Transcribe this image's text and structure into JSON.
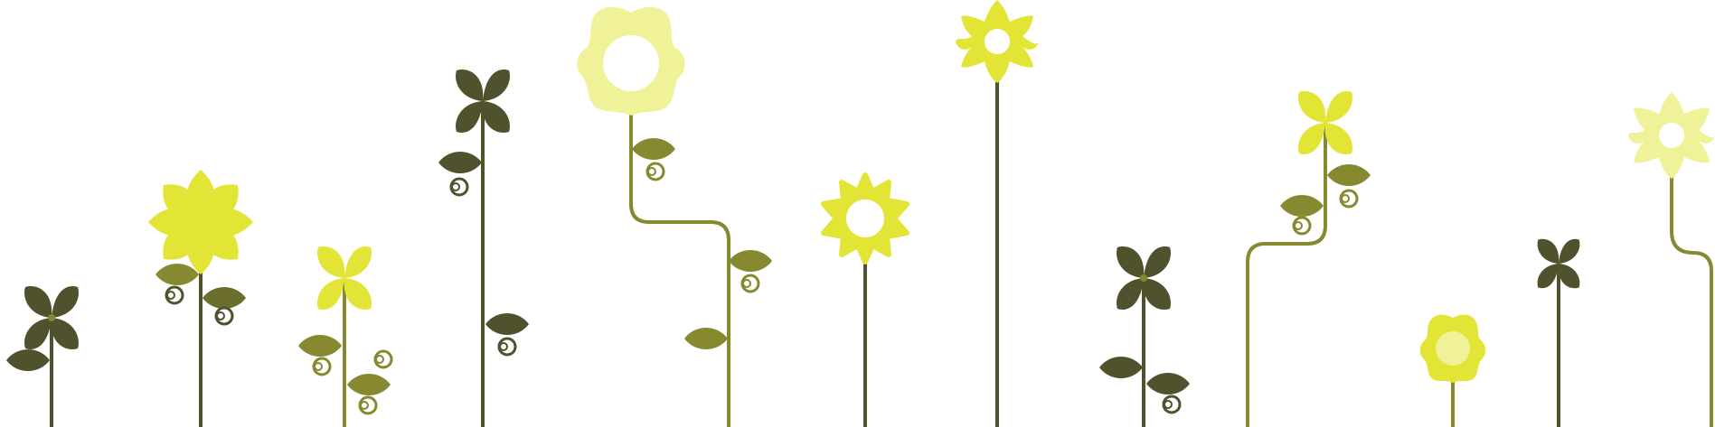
{
  "scene": {
    "background": "#ffffff",
    "colors": {
      "dark_olive": "#4f522c",
      "olive": "#6b6f2b",
      "olive_green": "#86892f",
      "lime": "#e2e536",
      "pale_yellow": "#f0f29a",
      "center_dot": "#86892f"
    },
    "flowers": [
      {
        "name": "flower-1",
        "kind": "four-petal",
        "color": "#4f522c"
      },
      {
        "name": "flower-2",
        "kind": "eight-petal",
        "color": "#e2e536"
      },
      {
        "name": "flower-3",
        "kind": "four-petal",
        "color": "#e2e536"
      },
      {
        "name": "flower-4",
        "kind": "four-petal",
        "color": "#4f522c"
      },
      {
        "name": "flower-5",
        "kind": "scalloped-ring",
        "color": "#f0f29a"
      },
      {
        "name": "flower-6",
        "kind": "gear-ring",
        "color": "#e2e536"
      },
      {
        "name": "flower-7",
        "kind": "eight-petal-ring",
        "color": "#e2e536"
      },
      {
        "name": "flower-8",
        "kind": "four-petal",
        "color": "#4f522c"
      },
      {
        "name": "flower-9",
        "kind": "four-petal",
        "color": "#e2e536"
      },
      {
        "name": "flower-10",
        "kind": "scalloped-ring",
        "color": "#e2e536"
      },
      {
        "name": "flower-11",
        "kind": "four-petal",
        "color": "#4f522c"
      },
      {
        "name": "flower-12",
        "kind": "eight-petal-ring",
        "color": "#f0f29a"
      }
    ]
  }
}
